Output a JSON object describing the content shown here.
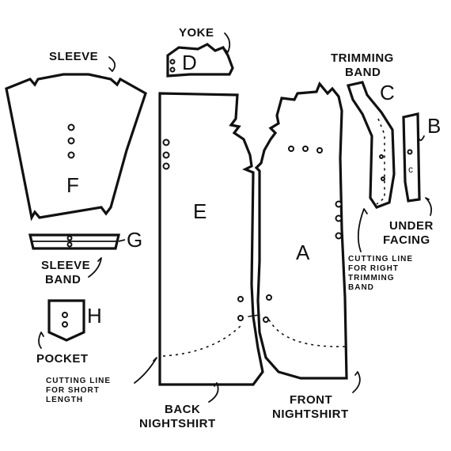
{
  "labels": {
    "yoke": "YOKE",
    "sleeve": "SLEEVE",
    "trimming_band_1": "TRIMMING",
    "trimming_band_2": "BAND",
    "sleeve_band_1": "SLEEVE",
    "sleeve_band_2": "BAND",
    "pocket": "POCKET",
    "under_facing_1": "UNDER",
    "under_facing_2": "FACING",
    "cutting_right_1": "CUTTING LINE",
    "cutting_right_2": "FOR RIGHT",
    "cutting_right_3": "TRIMMING",
    "cutting_right_4": "BAND",
    "cutting_short_1": "CUTTING LINE",
    "cutting_short_2": "FOR SHORT",
    "cutting_short_3": "LENGTH",
    "back_1": "BACK",
    "back_2": "NIGHTSHIRT",
    "front_1": "FRONT",
    "front_2": "NIGHTSHIRT"
  },
  "pieces": {
    "yoke": "D",
    "sleeve": "F",
    "sleeve_band": "G",
    "pocket": "H",
    "back": "E",
    "front": "A",
    "trimming_band": "C",
    "under_facing": "B"
  }
}
